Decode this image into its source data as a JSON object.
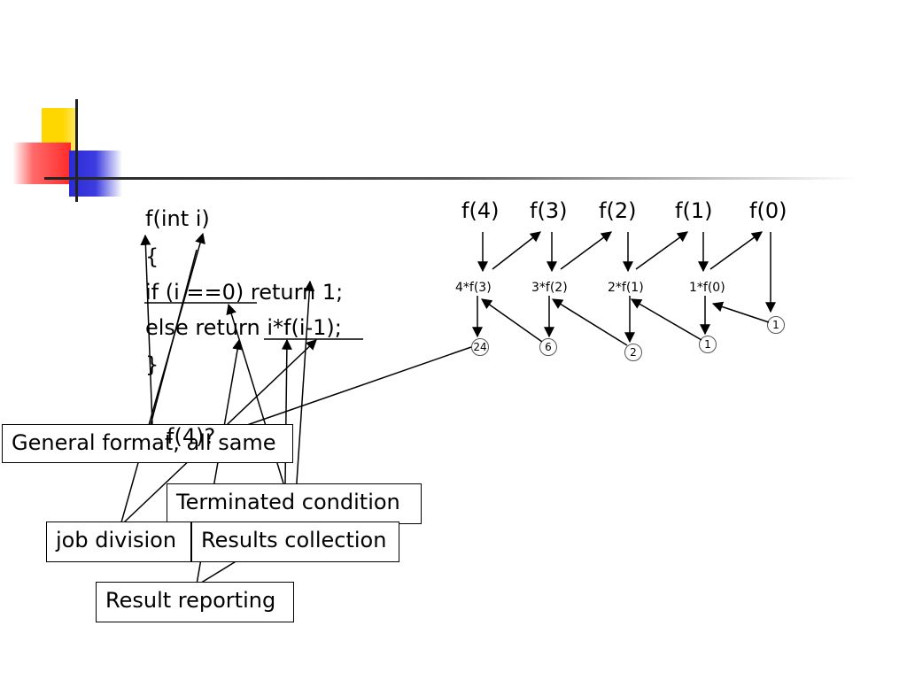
{
  "code": {
    "signature": "f(int i)",
    "open_brace": "{",
    "if_line": "if (i ==0) return 1;",
    "else_line": "else return i*f(i-1);",
    "close_brace": "}",
    "call": "f(4)?"
  },
  "calls": [
    "f(4)",
    "f(3)",
    "f(2)",
    "f(1)",
    "f(0)"
  ],
  "expressions": [
    "4*f(3)",
    "3*f(2)",
    "2*f(1)",
    "1*f(0)"
  ],
  "results": [
    "24",
    "6",
    "2",
    "1",
    "1"
  ],
  "boxes": {
    "general": "General format, all same",
    "terminated": "Terminated condition",
    "job": "job division",
    "collection": "Results collection",
    "reporting": "Result reporting"
  },
  "decor_colors": {
    "yellow": "#ffd700",
    "red": "#ff3b3b",
    "blue": "#2b2bd6",
    "line": "#000000"
  }
}
